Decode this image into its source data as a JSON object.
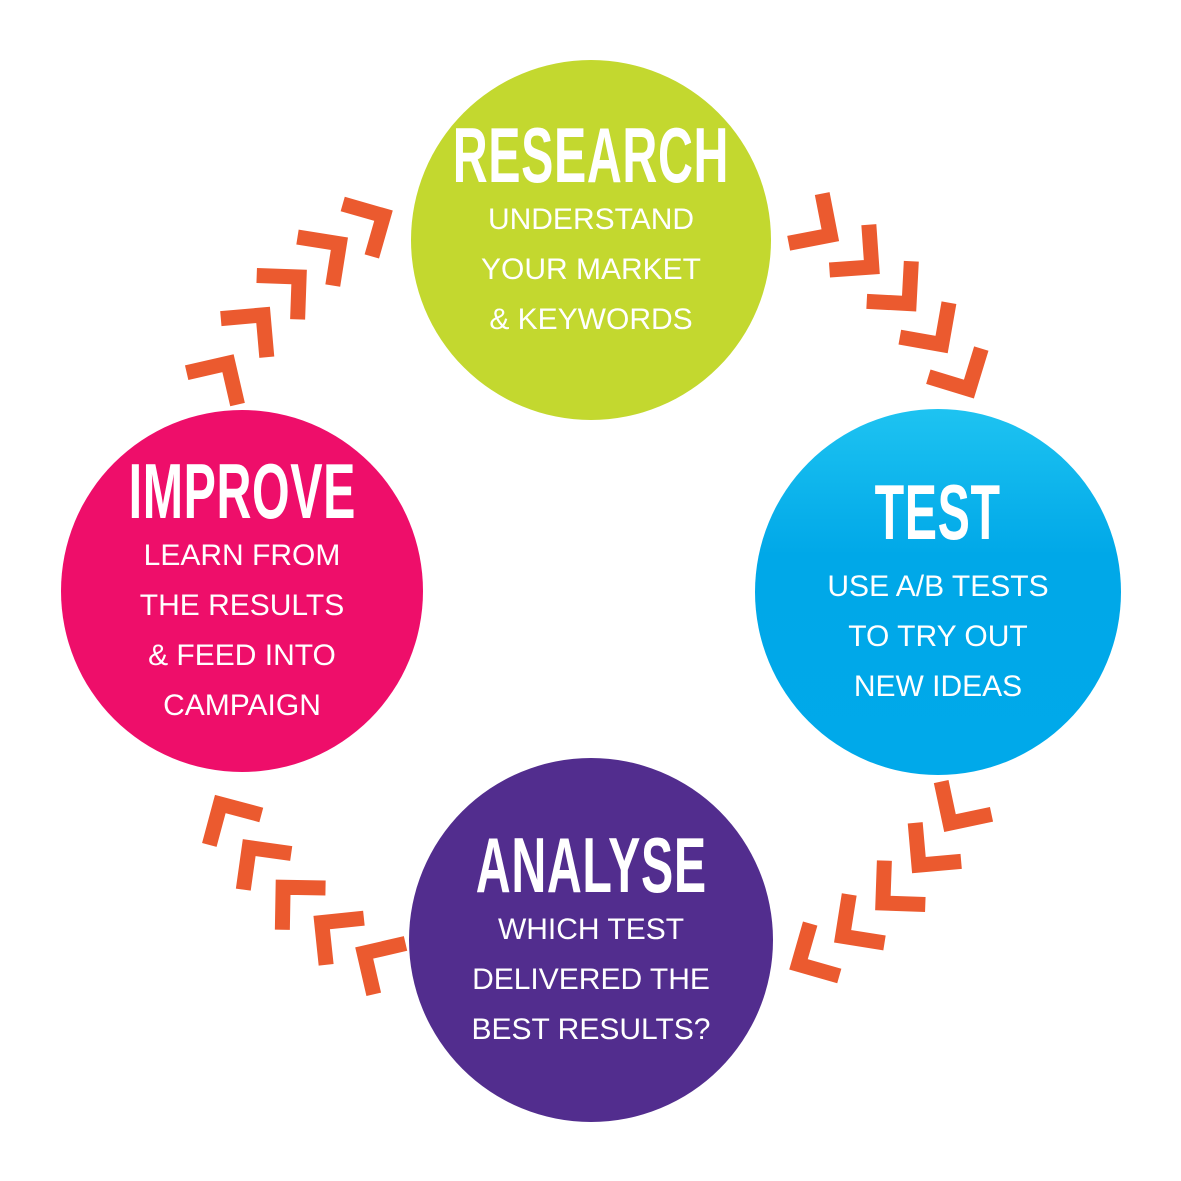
{
  "colors": {
    "arrow": "#eb5a2f",
    "research": "#c3d82f",
    "test": "#00a9ea",
    "analyse": "#522d8e",
    "improve": "#ee0e6a"
  },
  "stages": {
    "research": {
      "title": "RESEARCH",
      "lines": [
        "UNDERSTAND",
        "YOUR MARKET",
        "& KEYWORDS"
      ]
    },
    "test": {
      "title": "TEST",
      "lines": [
        "USE A/B TESTS",
        "TO TRY OUT",
        "NEW IDEAS"
      ]
    },
    "analyse": {
      "title": "ANALYSE",
      "lines": [
        "WHICH TEST",
        "DELIVERED THE",
        "BEST RESULTS?"
      ]
    },
    "improve": {
      "title": "IMPROVE",
      "lines": [
        "LEARN FROM",
        "THE RESULTS",
        "& FEED INTO",
        "CAMPAIGN"
      ]
    }
  }
}
